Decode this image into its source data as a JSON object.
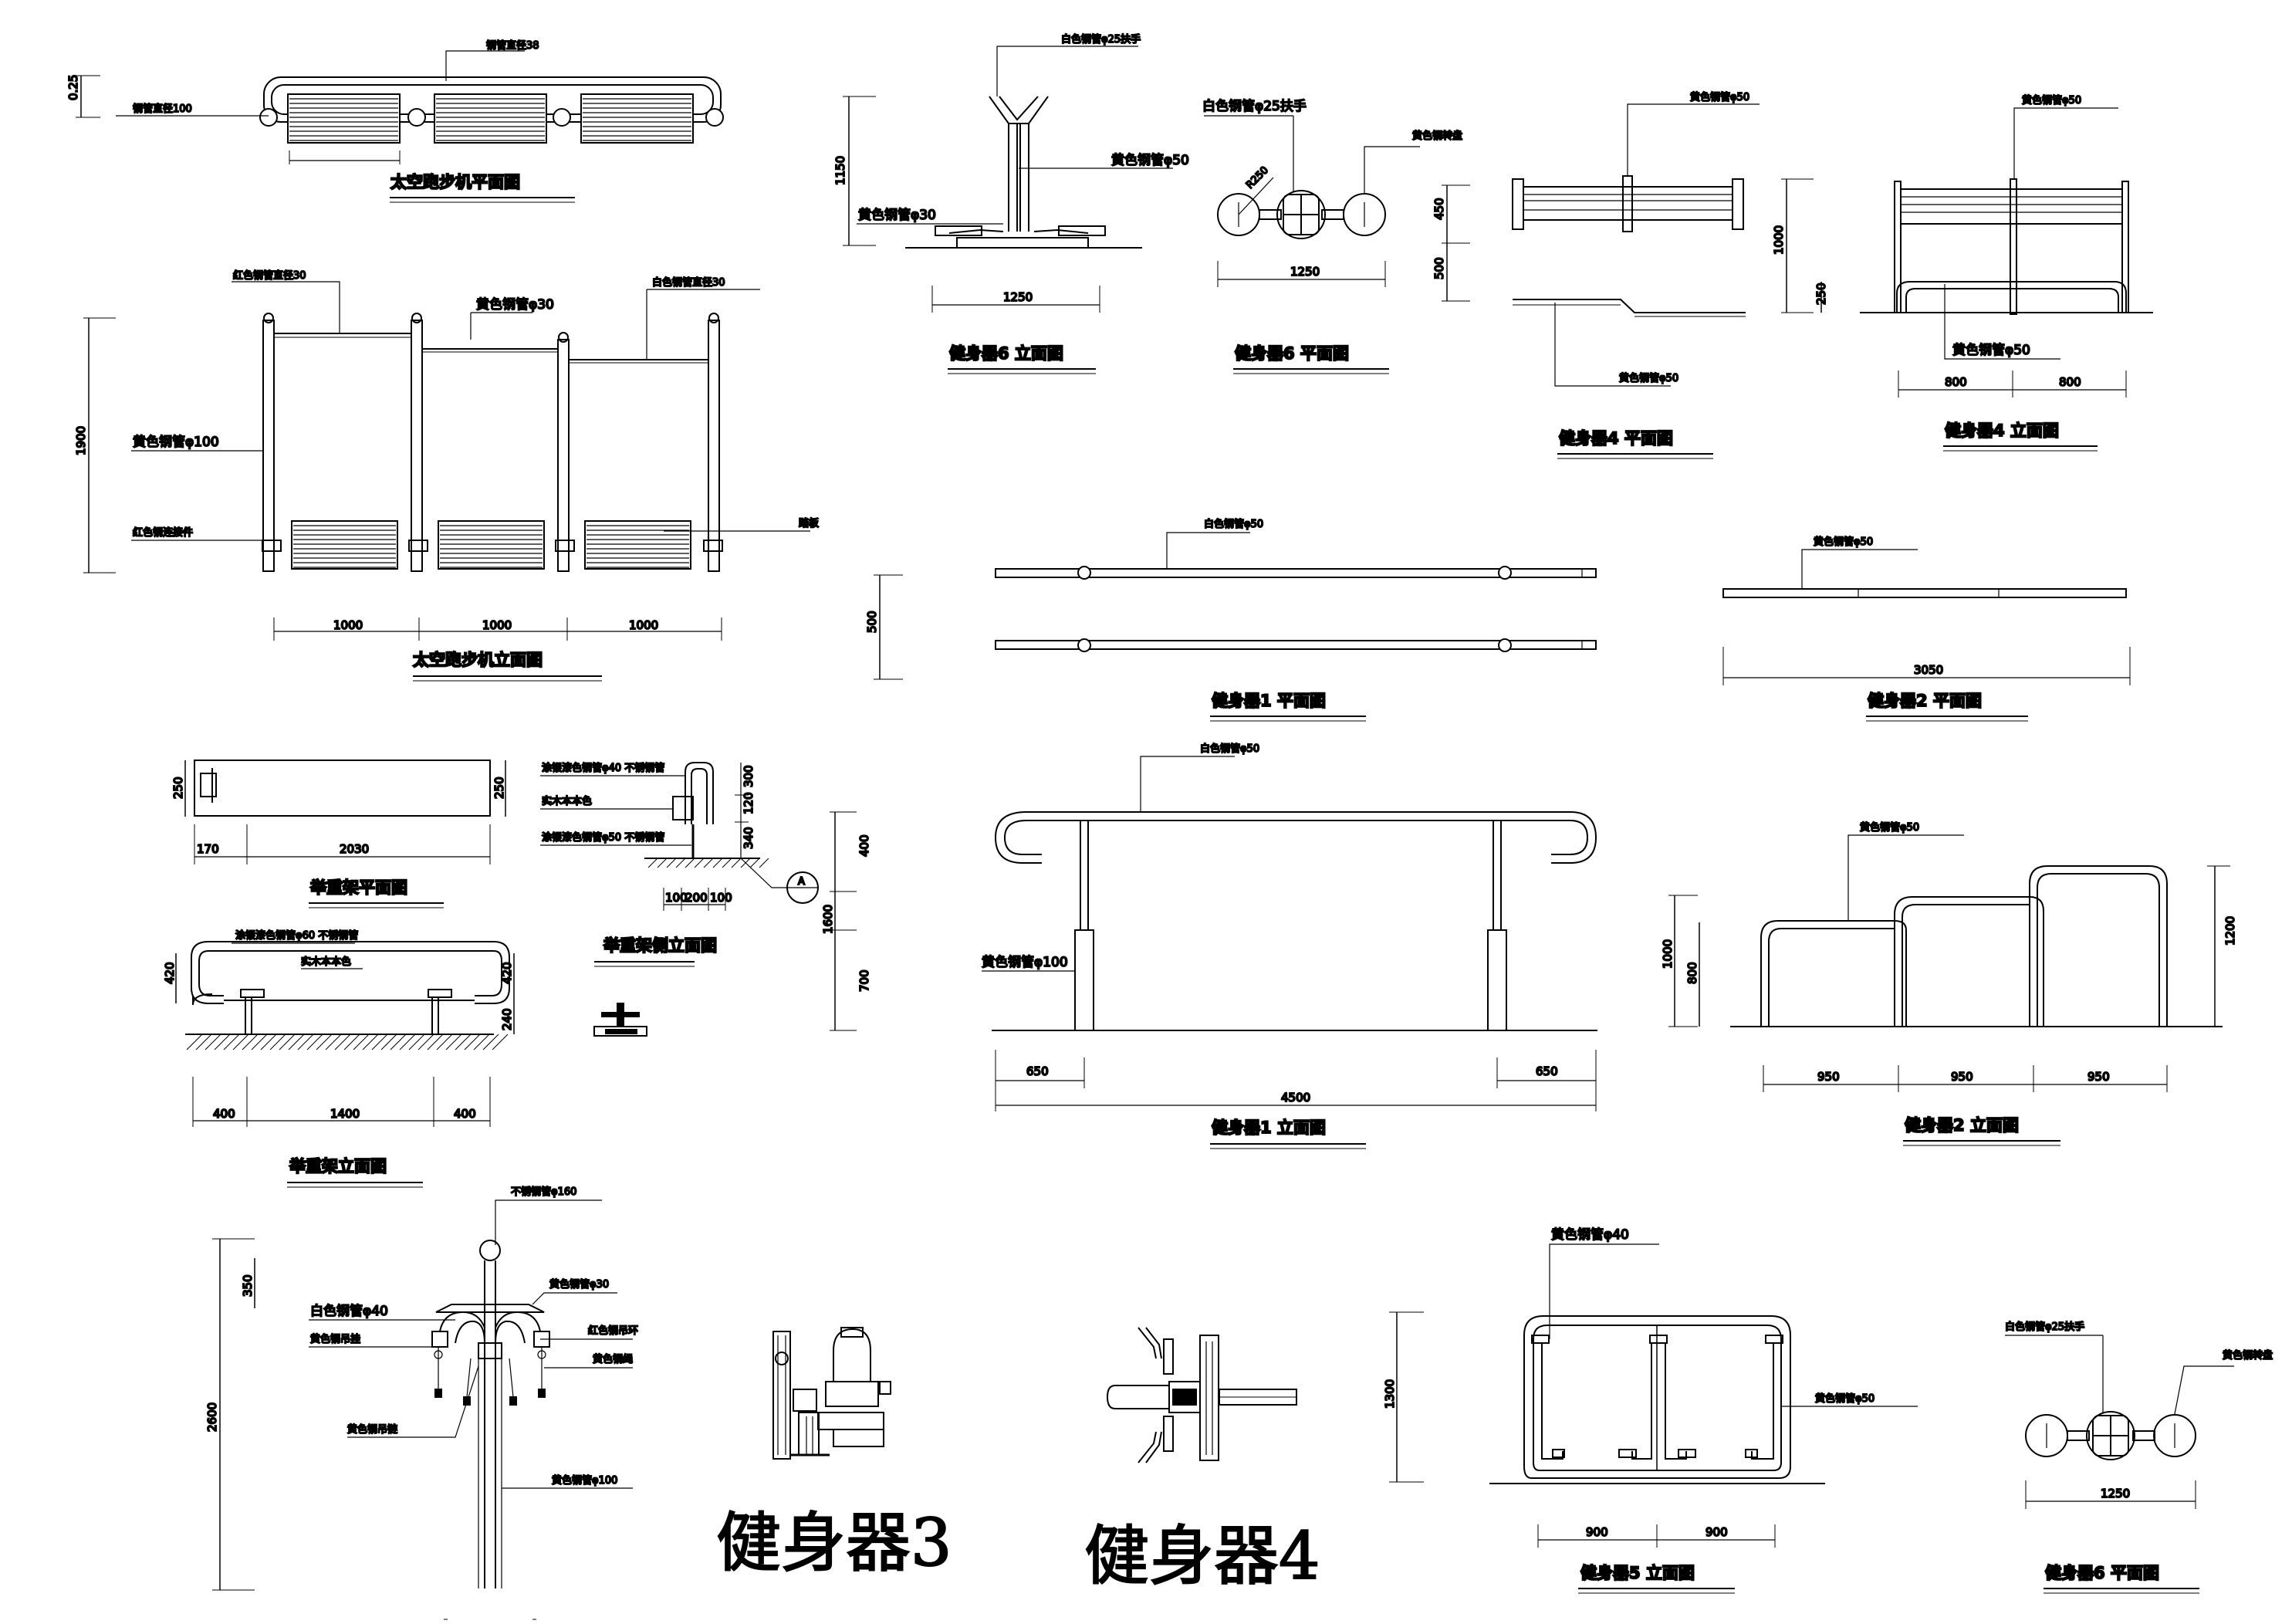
{
  "drawings": {
    "space_walker_plan": {
      "title": "太空跑步机平面图",
      "label_pipe_top": "钢管直径38",
      "label_pipe_left": "钢管直径100",
      "dim_v": "0.25"
    },
    "space_walker_elev": {
      "title": "太空跑步机立面图",
      "label_red_left": "红色钢管直径30",
      "label_yellow": "黄色钢管φ30",
      "label_red_right": "白色钢管直径30",
      "label_main_post": "黄色钢管φ100",
      "label_red_joint": "红色钢连接件",
      "label_pedal": "踏板",
      "dim_v": "1900",
      "dims": [
        "1000",
        "1000",
        "1000"
      ]
    },
    "fit6_elev": {
      "title": "健身器6 立面图",
      "label_top": "白色钢管φ25扶手",
      "label_mid": "黄色钢管φ50",
      "label_base": "黄色钢管φ30",
      "dim_v": "1150",
      "dim_h": "1250"
    },
    "fit6_plan_top": {
      "title": "健身器6 平面图",
      "label_left": "白色钢管φ25扶手",
      "label_right": "黄色钢转盘",
      "label_diag": "R250",
      "dim_v1": "450",
      "dim_v2": "500",
      "dim_h": "1250"
    },
    "fit4_plan": {
      "title": "健身器4 平面图",
      "label_top": "黄色钢管φ50",
      "label_bottom": "黄色钢管φ50"
    },
    "fit4_elev": {
      "title": "健身器4 立面图",
      "label_top": "黄色钢管φ50",
      "label_bottom": "黄色钢管φ50",
      "dim_v1": "1000",
      "dim_v2": "250",
      "dims": [
        "800",
        "800"
      ]
    },
    "fit1_plan": {
      "title": "健身器1 平面图",
      "label": "白色钢管φ50",
      "dim_v": "500"
    },
    "fit2_plan": {
      "title": "健身器2 平面图",
      "label": "黄色钢管φ50",
      "dim_h": "3050"
    },
    "weight_plan": {
      "title": "举重架平面图",
      "dims": [
        "170",
        "2030"
      ],
      "dim_v_left": "250",
      "dim_v_right": "250"
    },
    "weight_side": {
      "title": "举重架侧立面图",
      "label_1": "涂银漆色钢管φ40 不锈钢管",
      "label_2": "实木本本色",
      "label_3": "涂银漆色钢管φ50 不锈钢管",
      "dims_v": [
        "300",
        "120",
        "340"
      ],
      "dims_h": [
        "100",
        "200",
        "100"
      ],
      "section_mark": "A"
    },
    "weight_elev": {
      "title": "举重架立面图",
      "label_1": "涂银漆色钢管φ60 不锈钢管",
      "label_2": "实木本本色",
      "dim_v_left": "420",
      "dim_v_right": "420",
      "dim_v_low": "240",
      "dims": [
        "400",
        "1400",
        "400"
      ]
    },
    "fit1_elev": {
      "title": "健身器1 立面图",
      "label_top": "白色钢管φ50",
      "label_left": "黄色钢管φ100",
      "dims_v": [
        "400",
        "700",
        "1600"
      ],
      "dims": [
        "650",
        "650"
      ],
      "dim_total": "4500"
    },
    "fit2_elev": {
      "title": "健身器2 立面图",
      "label": "黄色钢管φ50",
      "dim_v1": "1000",
      "dim_v2": "800",
      "dim_v3": "1200",
      "dims": [
        "950",
        "950",
        "950"
      ]
    },
    "fit3_pole": {
      "label_top": "不锈钢管φ160",
      "label_yellow": "黄色钢管φ30",
      "label_white": "白色钢管φ40",
      "label_yellow_cup": "黄色钢吊挂",
      "label_red": "红色钢吊环",
      "label_cable": "黄色钢绳",
      "label_yellow_chain": "黄色钢吊链",
      "label_post": "黄色钢管φ100",
      "dim_v1": "350",
      "dim_v2": "2600"
    },
    "fit5_elev": {
      "title": "健身器5 立面图",
      "label_top": "黄色钢管φ40",
      "label_right": "黄色钢管φ50",
      "dim_v": "1300",
      "dims": [
        "900",
        "900"
      ]
    },
    "fit6_plan_bottom": {
      "title": "健身器6 平面图",
      "label_left": "白色钢管φ25扶手",
      "label_right": "黄色钢转盘",
      "dim_h": "1250"
    },
    "big_labels": [
      "健身器3",
      "健身器4"
    ]
  },
  "colors": {
    "line": "#000000",
    "background": "#ffffff"
  }
}
